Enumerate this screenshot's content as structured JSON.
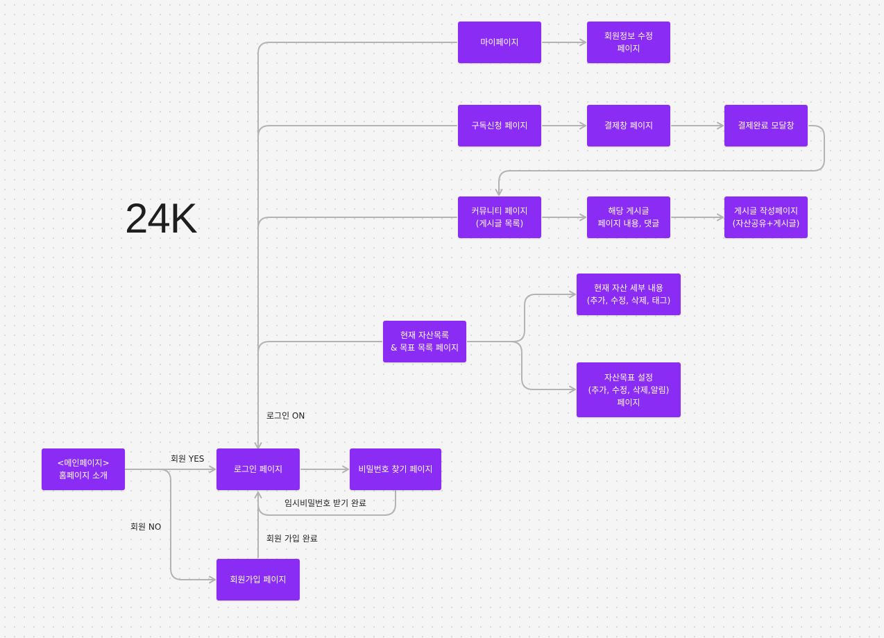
{
  "title": "24K",
  "theme": {
    "node_fill": "#8b2cf5",
    "node_text": "#ffffff",
    "connector": "#b3b3b3",
    "label_text": "#1e1e1e"
  },
  "nodes": {
    "main_page": {
      "lines": [
        "<메인페이지>",
        "홈페이지 소개"
      ]
    },
    "login_page": {
      "lines": [
        "로그인 페이지"
      ]
    },
    "find_password_page": {
      "lines": [
        "비밀번호 찾기 페이지"
      ]
    },
    "signup_page": {
      "lines": [
        "회원가입 페이지"
      ]
    },
    "my_page": {
      "lines": [
        "마이페이지"
      ]
    },
    "edit_member_info_page": {
      "lines": [
        "회원정보 수정",
        "페이지"
      ]
    },
    "subscription_page": {
      "lines": [
        "구독신청 페이지"
      ]
    },
    "payment_page": {
      "lines": [
        "결제창 페이지"
      ]
    },
    "payment_complete_modal": {
      "lines": [
        "결제완료 모달창"
      ]
    },
    "community_page": {
      "lines": [
        "커뮤니티 페이지",
        "(게시글 목록)"
      ]
    },
    "post_detail_page": {
      "lines": [
        "해당 게시글",
        "페이지 내용, 댓글"
      ]
    },
    "post_write_page": {
      "lines": [
        "게시글 작성페이지",
        "(자산공유+게시글)"
      ]
    },
    "asset_goal_list_page": {
      "lines": [
        "현재 자산목록",
        "& 목표 목록 페이지"
      ]
    },
    "asset_detail": {
      "lines": [
        "현재 자산 세부 내용",
        "(추가, 수정, 삭제, 태그)"
      ]
    },
    "asset_goal_setting_page": {
      "lines": [
        "자산목표 설정",
        "(추가, 수정, 삭제,알림)",
        "페이지"
      ]
    }
  },
  "edge_labels": {
    "member_yes": "회원 YES",
    "member_no": "회원 NO",
    "login_on": "로그인 ON",
    "temp_password_received": "임시비밀번호 받기 완료",
    "signup_complete": "회원 가입 완료"
  }
}
